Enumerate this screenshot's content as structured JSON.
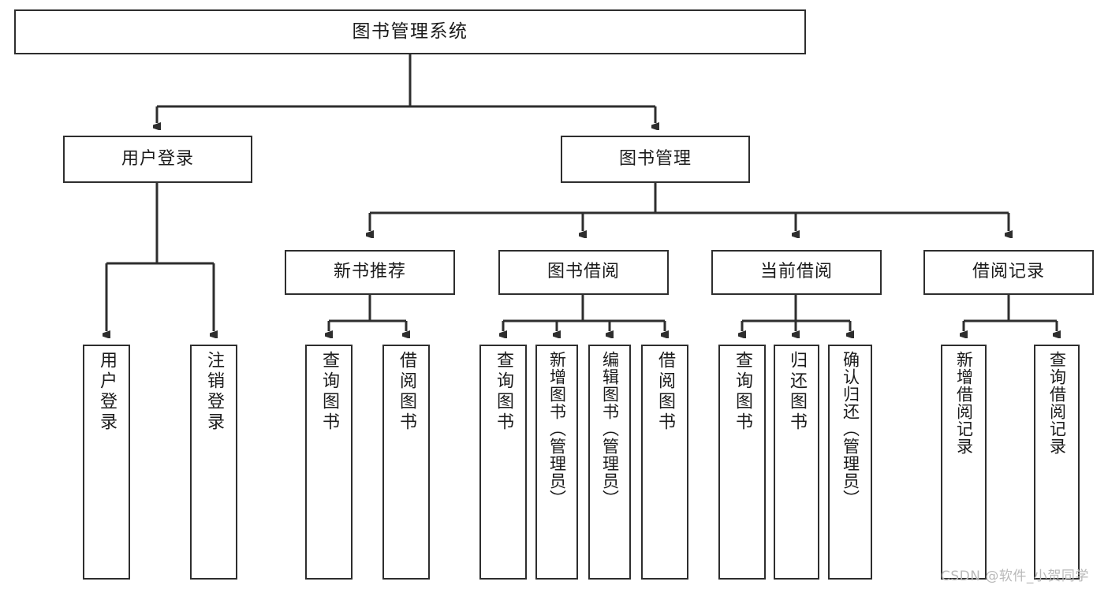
{
  "diagram": {
    "title": "图书管理系统",
    "type": "tree-hierarchy",
    "root": {
      "label": "图书管理系统"
    },
    "level2": [
      {
        "label": "用户登录"
      },
      {
        "label": "图书管理"
      }
    ],
    "level3": [
      {
        "label": "新书推荐"
      },
      {
        "label": "图书借阅"
      },
      {
        "label": "当前借阅"
      },
      {
        "label": "借阅记录"
      }
    ],
    "leaves": {
      "user_login": [
        {
          "label": "用户登录"
        },
        {
          "label": "注销登录"
        }
      ],
      "new_book_recommend": [
        {
          "label": "查询图书"
        },
        {
          "label": "借阅图书"
        }
      ],
      "book_borrow": [
        {
          "label": "查询图书"
        },
        {
          "label": "新增图书（管理员）"
        },
        {
          "label": "编辑图书（管理员）"
        },
        {
          "label": "借阅图书"
        }
      ],
      "current_borrow": [
        {
          "label": "查询图书"
        },
        {
          "label": "归还图书"
        },
        {
          "label": "确认归还（管理员）"
        }
      ],
      "borrow_record": [
        {
          "label": "新增借阅记录"
        },
        {
          "label": "查询借阅记录"
        }
      ]
    }
  },
  "watermark": {
    "text": "CSDN @软件_小贺同学"
  },
  "colors": {
    "stroke": "#2e2e2e",
    "background": "#ffffff",
    "text": "#1b1b1b",
    "watermark": "#b9b9b9"
  }
}
